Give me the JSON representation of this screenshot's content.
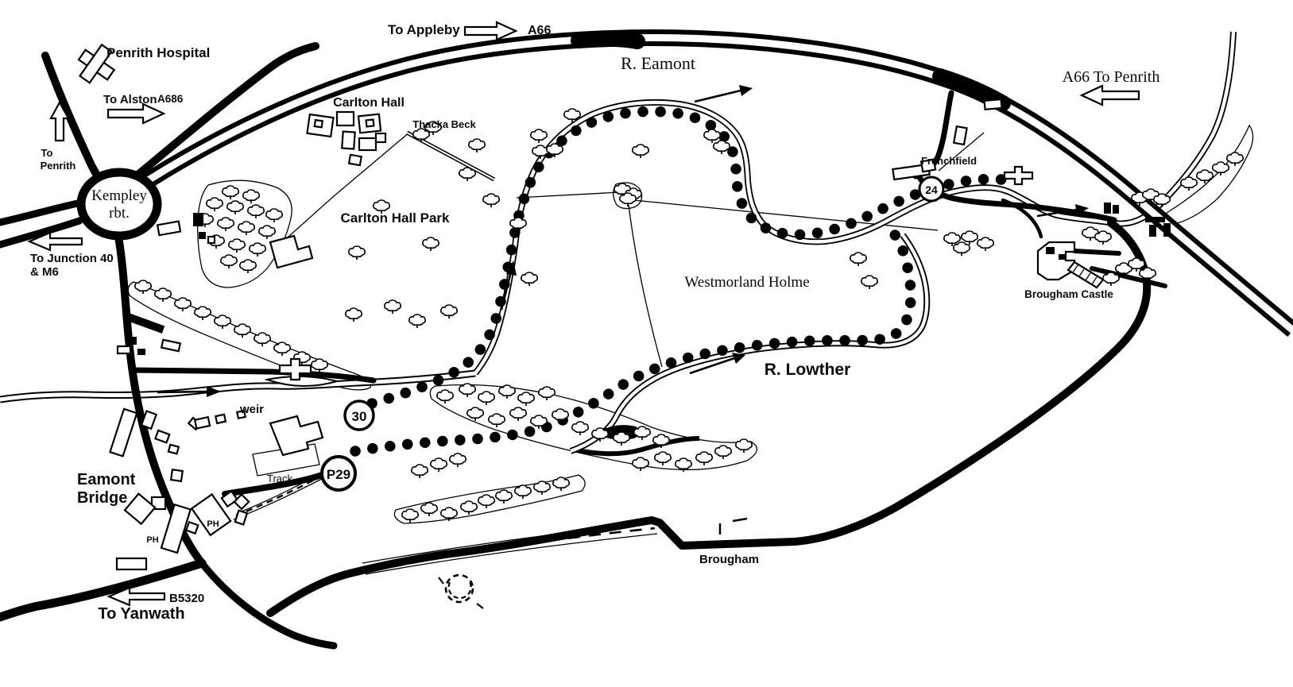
{
  "colors": {
    "ink": "#000000",
    "paper": "#ffffff"
  },
  "labels": {
    "penrith_hospital": "Penrith Hospital",
    "to_alston": "To Alston",
    "a686": "A686",
    "to_penrith_1": "To",
    "to_penrith_2": "Penrith",
    "to_appleby": "To Appleby",
    "a66": "A66",
    "r_eamont": "R. Eamont",
    "a66_to_penrith": "A66 To Penrith",
    "carlton_hall": "Carlton Hall",
    "thacka_beck": "Thacka Beck",
    "carlton_hall_park": "Carlton Hall Park",
    "kempley_1": "Kempley",
    "kempley_2": "rbt.",
    "to_junction40_1": "To Junction 40",
    "to_junction40_2": "& M6",
    "weir": "weir",
    "eamont_bridge_1": "Eamont",
    "eamont_bridge_2": "Bridge",
    "ph_left": "PH",
    "ph_right": "PH",
    "track": "Track",
    "b5320": "B5320",
    "to_yanwath": "To Yanwath",
    "brougham": "Brougham",
    "frenchfield": "Frenchfield",
    "brougham_castle": "Brougham Castle",
    "r_lowther": "R. Lowther",
    "westmorland_holme": "Westmorland Holme"
  },
  "route_markers": [
    {
      "label": "30"
    },
    {
      "label": "P29"
    },
    {
      "label": "24"
    }
  ],
  "icons": {
    "tree-icon": "stylized deciduous tree glyph",
    "route-dot": "black circle waypoint along walking route",
    "flow-arrow-icon": "small filled arrow showing river/route direction",
    "block_arrows": [
      {
        "name": "to-penrith-arrow",
        "direction": "up"
      },
      {
        "name": "to-alston-arrow",
        "direction": "right"
      },
      {
        "name": "to-appleby-arrow",
        "direction": "right"
      },
      {
        "name": "a66-to-penrith-arrow",
        "direction": "left"
      },
      {
        "name": "to-junction40-arrow",
        "direction": "left"
      },
      {
        "name": "b5320-arrow",
        "direction": "left"
      }
    ]
  }
}
